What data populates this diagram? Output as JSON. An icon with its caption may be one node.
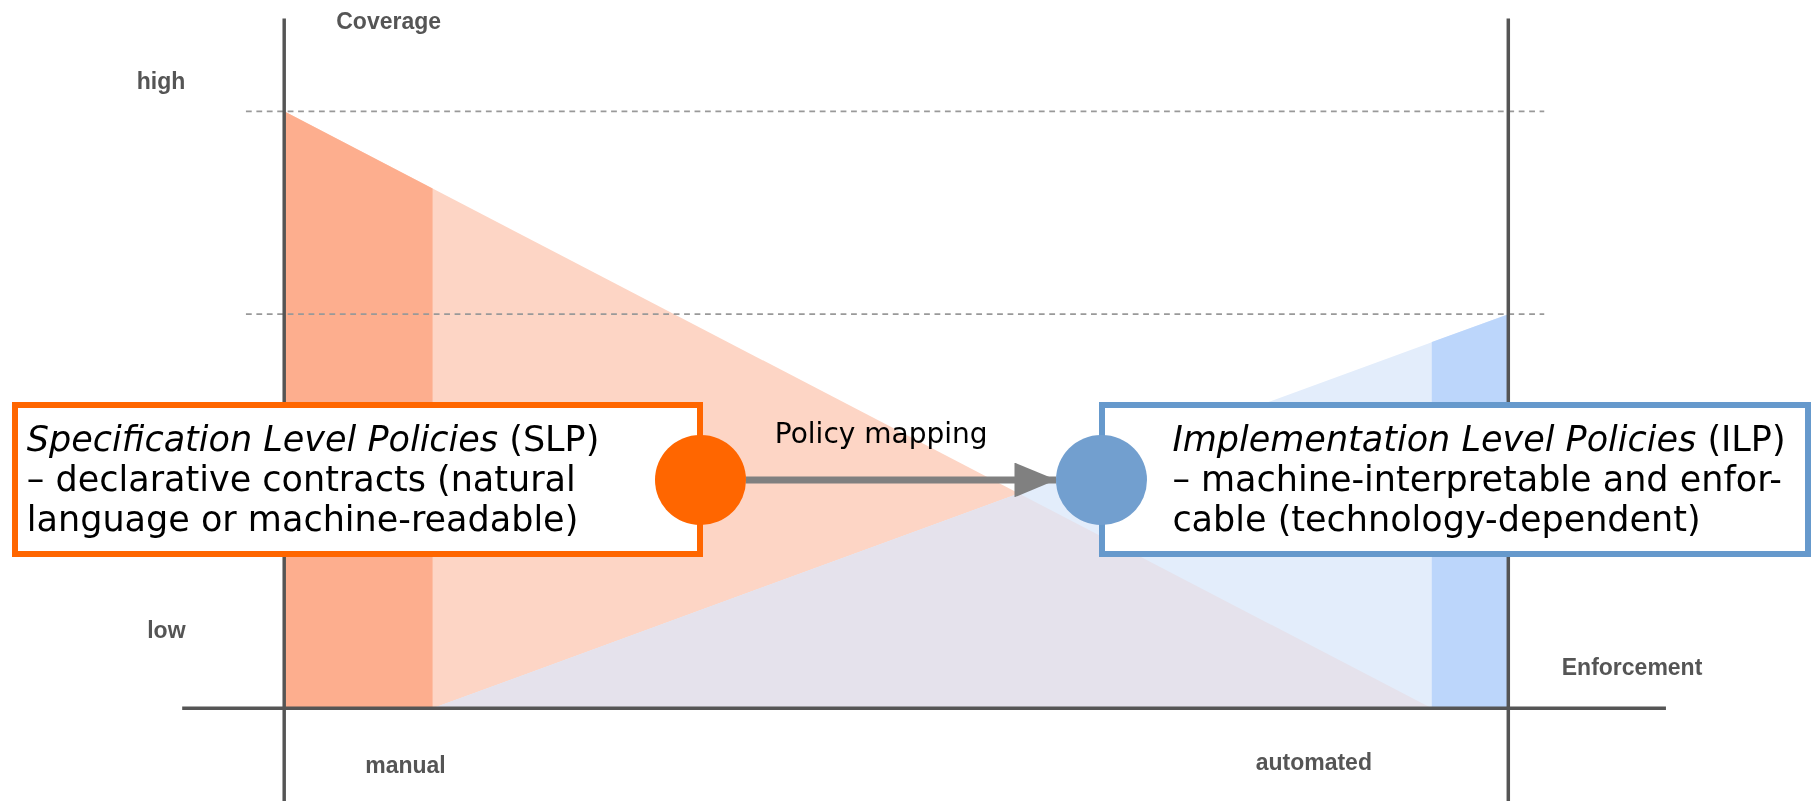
{
  "diagram": {
    "nodes": [
      {
        "text": [
          "*Specification Level Policies* (SLP) – declarative contracts (natural language or machine-readable)"
        ]
      },
      {
        "text": [],
        "shape": "circle"
      },
      {
        "text": [],
        "shape": "circle"
      },
      {
        "text": [
          "*Implementation Level Policies* (ILP) – machine-interpretable and enfor-cable (technology-dependent)"
        ]
      }
    ],
    "edges": [
      {
        "from": 1,
        "to": 2,
        "arrow": "to",
        "label": "Policy mapping"
      }
    ],
    "labels": [
      "Coverage",
      "high",
      "low",
      "Enforcement",
      "manual",
      "automated"
    ]
  }
}
